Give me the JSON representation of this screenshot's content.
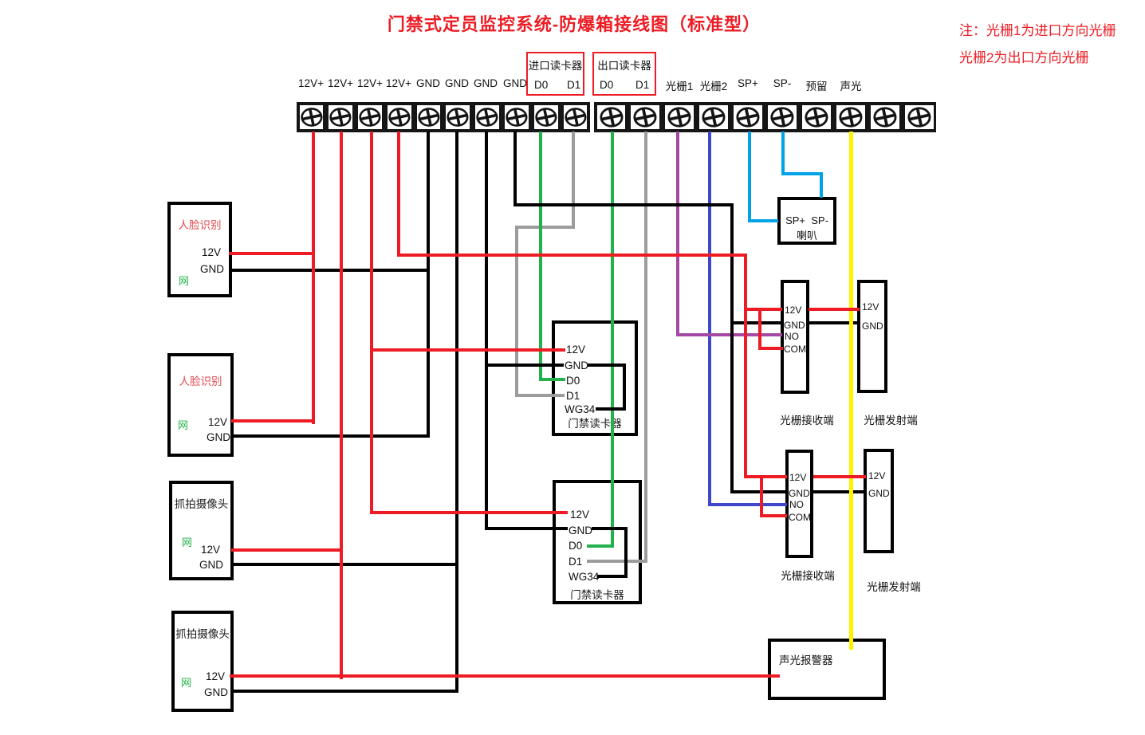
{
  "title": "门禁式定员监控系统-防爆箱接线图（标准型）",
  "note": {
    "line1": "注：光栅1为进口方向光栅",
    "line2": "光栅2为出口方向光栅"
  },
  "terminals": {
    "labels_left": [
      "12V+",
      "12V+",
      "12V+",
      "12V+",
      "GND",
      "GND",
      "GND",
      "GND"
    ],
    "entry_group": {
      "title": "进口读卡器",
      "pins": [
        "D0",
        "D1"
      ]
    },
    "exit_group": {
      "title": "出口读卡器",
      "pins": [
        "D0",
        "D1"
      ]
    },
    "labels_right": [
      "光栅1",
      "光栅2",
      "SP+",
      "SP-",
      "预留",
      "声光"
    ]
  },
  "devices": {
    "face1": {
      "title": "人脸识别",
      "pin_12v": "12V",
      "pin_gnd": "GND",
      "net": "网"
    },
    "face2": {
      "title": "人脸识别",
      "pin_12v": "12V",
      "pin_gnd": "GND",
      "net": "网"
    },
    "camera1": {
      "title": "抓拍摄像头",
      "pin_12v": "12V",
      "pin_gnd": "GND",
      "net": "网"
    },
    "camera2": {
      "title": "抓拍摄像头",
      "pin_12v": "12V",
      "pin_gnd": "GND",
      "net": "网"
    },
    "reader1": {
      "title": "门禁读卡器",
      "pins": [
        "12V",
        "GND",
        "D0",
        "D1",
        "WG34"
      ]
    },
    "reader2": {
      "title": "门禁读卡器",
      "pins": [
        "12V",
        "GND",
        "D0",
        "D1",
        "WG34"
      ]
    },
    "speaker": {
      "pins_line": "SP+  SP-",
      "title": "喇叭"
    },
    "receiver1": {
      "pins": [
        "12V",
        "GND",
        "NO",
        "COM"
      ],
      "caption": "光栅接收端"
    },
    "transmitter1": {
      "pins": [
        "12V",
        "GND"
      ],
      "caption": "光栅发射端"
    },
    "receiver2": {
      "pins": [
        "12V",
        "GND",
        "NO",
        "COM"
      ],
      "caption": "光栅接收端"
    },
    "transmitter2": {
      "pins": [
        "12V",
        "GND"
      ],
      "caption": "光栅发射端"
    },
    "alarm": {
      "title": "声光报警器"
    }
  },
  "colors": {
    "red": "#ed1c24",
    "black": "#000000",
    "green": "#22b14c",
    "gray": "#9c9c9c",
    "purple": "#a349a4",
    "indigo": "#3f48cc",
    "cyan": "#00a2e8",
    "yellow": "#fff200",
    "accent_red": "#ed1c24"
  }
}
